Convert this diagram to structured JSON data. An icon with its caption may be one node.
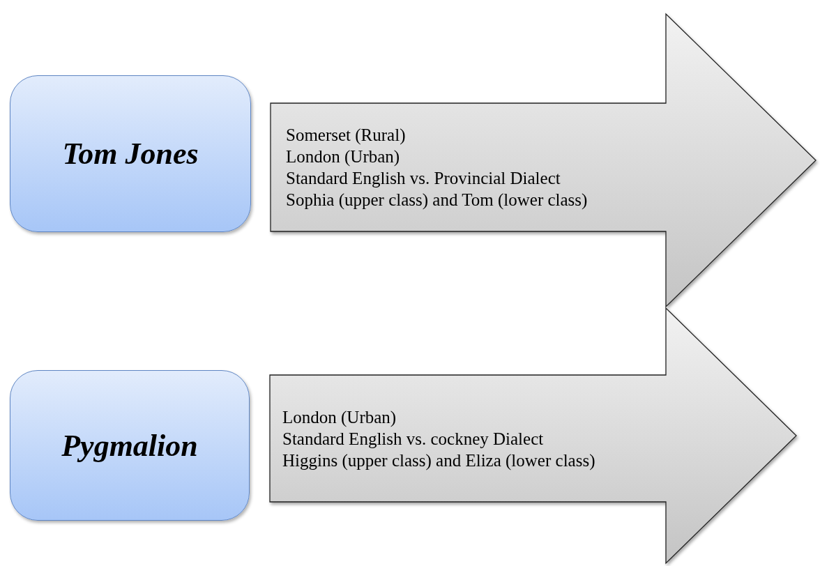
{
  "diagram": {
    "nodes": [
      {
        "text": [
          "Tom Jones"
        ]
      },
      {
        "text": [
          "Somerset (Rural)",
          "London (Urban)",
          "Standard English vs. Provincial Dialect",
          "Sophia (upper class) and Tom (lower class)"
        ]
      },
      {
        "text": [
          "Pygmalion"
        ]
      },
      {
        "text": [
          "London (Urban)",
          "Standard English vs. cockney Dialect",
          "Higgins (upper class) and Eliza (lower class)"
        ]
      }
    ]
  }
}
